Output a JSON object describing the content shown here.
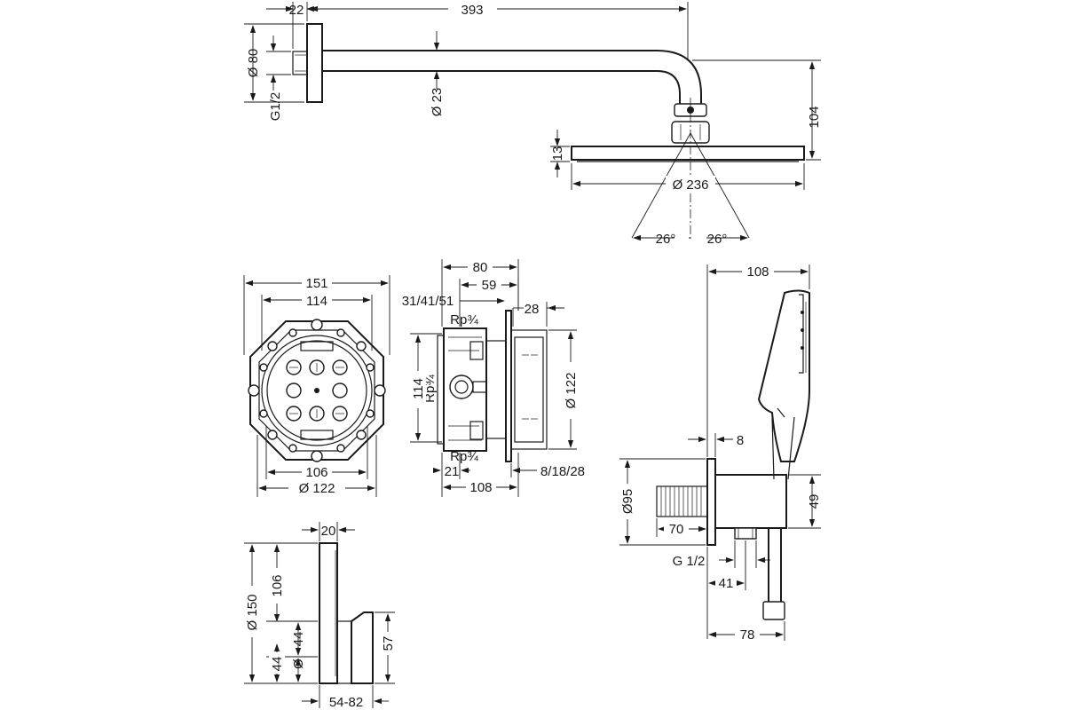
{
  "head_shower": {
    "dim_flange_depth": "22",
    "dim_arm_length": "393",
    "dim_flange_dia": "Ø 80",
    "dim_thread": "G1/2",
    "dim_arm_dia": "Ø 23",
    "dim_height": "104",
    "dim_head_thickness": "13",
    "dim_head_dia": "Ø 236",
    "angle_left": "26°",
    "angle_right": "26°"
  },
  "ibox_front": {
    "dim_outer_width": "151",
    "dim_inner_width": "114",
    "dim_bottom_width": "106",
    "dim_bottom_dia": "Ø 122"
  },
  "ibox_side": {
    "dim_depth_80": "80",
    "dim_depth_59": "59",
    "dim_depth_range": "31/41/51",
    "dim_28": "28",
    "label_rp_top": "Rp¾",
    "label_rp_side": "Rp¾",
    "label_rp_bottom": "Rp¾",
    "dim_height": "114",
    "dim_dia": "Ø 122",
    "dim_21": "21",
    "dim_108": "108",
    "dim_range_bottom": "8/18/28"
  },
  "hand_shower": {
    "dim_total": "108",
    "dim_8": "8",
    "dim_rosette": "Ø95",
    "dim_70": "70",
    "dim_49": "49",
    "dim_thread": "G 1/2",
    "dim_41": "41",
    "dim_78": "78"
  },
  "thermostat": {
    "dim_20": "20",
    "dim_150": "Ø 150",
    "dim_106": "106",
    "dim_44_upper": "44",
    "dim_44_lower": "44",
    "dim_dia_small": "Ø",
    "dim_57": "57",
    "dim_54_82": "54-82"
  }
}
